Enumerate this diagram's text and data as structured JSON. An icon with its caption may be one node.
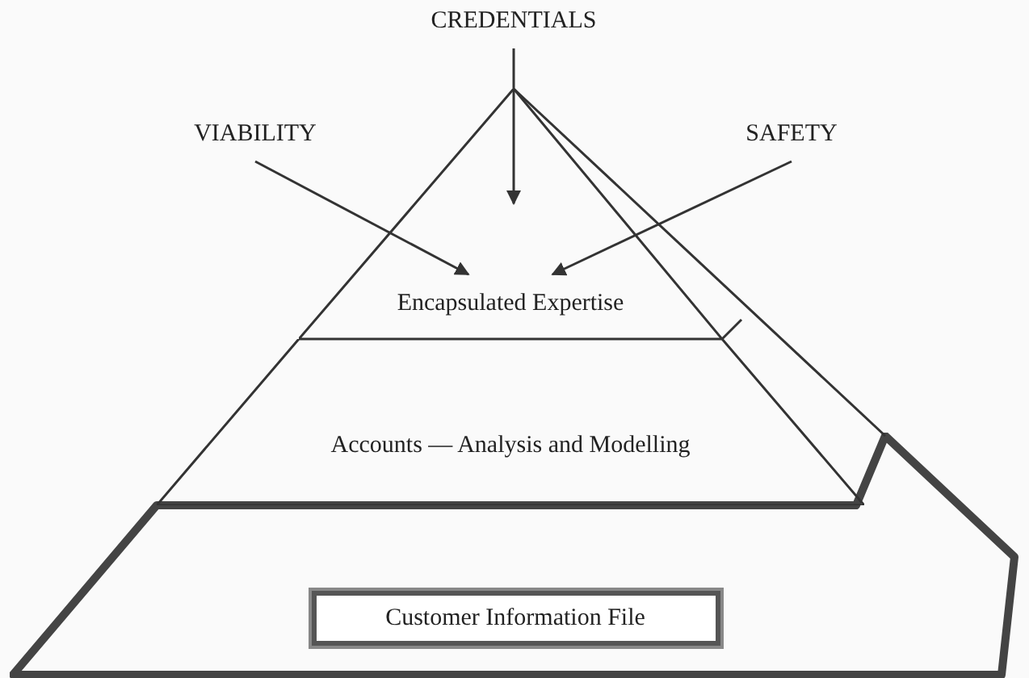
{
  "diagram": {
    "nodes": [
      {
        "text": [
          "CREDENTIALS"
        ]
      },
      {
        "text": [
          "VIABILITY"
        ]
      },
      {
        "text": [
          "SAFETY"
        ]
      },
      {
        "text": [
          "Encapsulated Expertise"
        ]
      },
      {
        "text": [
          "Accounts — Analysis and Modelling"
        ]
      },
      {
        "text": [],
        "shape": "band"
      },
      {
        "text": [
          "Customer Information File"
        ],
        "in": 5
      }
    ],
    "edges": [
      {
        "from": 0,
        "to": 3,
        "arrow": "to"
      },
      {
        "from": 1,
        "to": 3,
        "arrow": "to"
      },
      {
        "from": 2,
        "to": 3,
        "arrow": "to"
      }
    ]
  }
}
